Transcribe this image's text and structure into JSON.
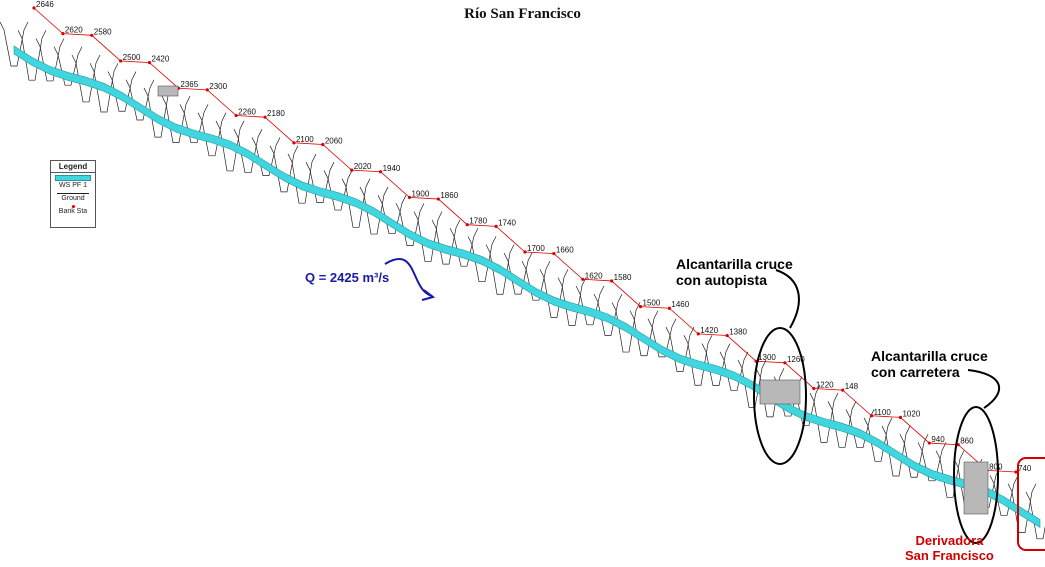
{
  "title": "Río San Francisco",
  "legend": {
    "heading": "Legend",
    "items": [
      "WS PF 1",
      "Ground",
      "Bank Sta"
    ]
  },
  "flow_label": "Q = 2425 m³/s",
  "annotations": {
    "culvert_highway": [
      "Alcantarilla cruce",
      "con autopista"
    ],
    "culvert_road": [
      "Alcantarilla cruce",
      "con carretera"
    ],
    "diversion": [
      "Derivadora",
      "San Francisco"
    ]
  },
  "stations": [
    "2646",
    "2620",
    "2580",
    "2500",
    "2420",
    "2365",
    "2300",
    "2260",
    "2180",
    "2100",
    "2060",
    "2020",
    "1940",
    "1900",
    "1860",
    "1780",
    "1740",
    "1700",
    "1660",
    "1620",
    "1580",
    "1500",
    "1460",
    "1420",
    "1380",
    "1300",
    "1260",
    "1220",
    "148",
    "1100",
    "1020",
    "940",
    "860",
    "800",
    "740"
  ],
  "colors": {
    "water": "#3fd6e0",
    "ground": "#222222",
    "bank": "#dd0000",
    "arrow": "#1a1aa6",
    "annotation_red": "#d00000"
  }
}
